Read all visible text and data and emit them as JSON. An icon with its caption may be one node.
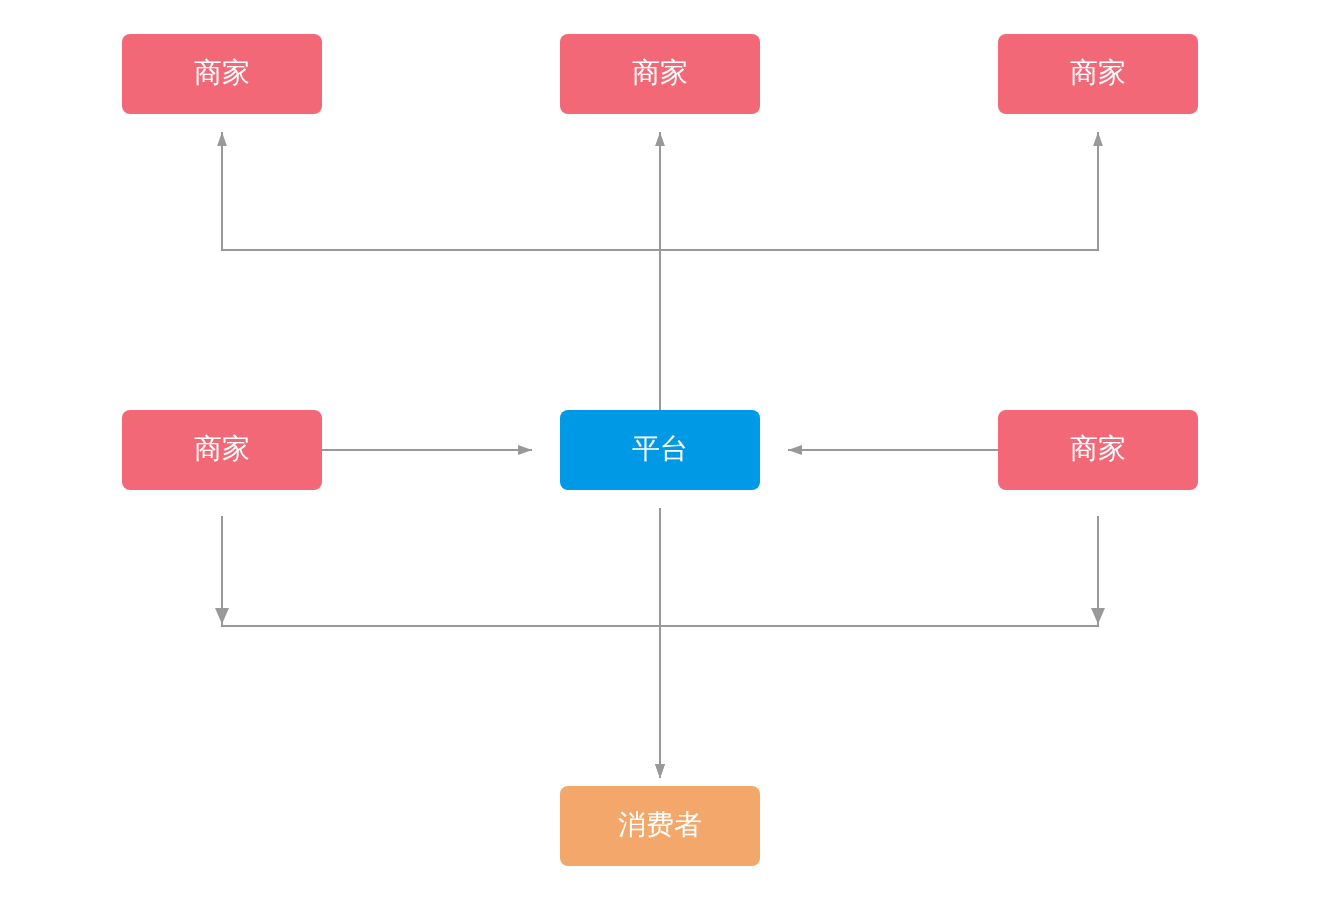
{
  "diagram": {
    "nodes": [
      {
        "text": [
          "商家"
        ]
      },
      {
        "text": [
          "商家"
        ]
      },
      {
        "text": [
          "商家"
        ]
      },
      {
        "text": [
          "商家"
        ]
      },
      {
        "text": [
          "平台"
        ]
      },
      {
        "text": [
          "商家"
        ]
      },
      {
        "text": [
          "消费者"
        ]
      }
    ],
    "edges": [
      {
        "from": 4,
        "to": 0,
        "arrow": "to"
      },
      {
        "from": 4,
        "to": 1,
        "arrow": "to"
      },
      {
        "from": 4,
        "to": 2,
        "arrow": "to"
      },
      {
        "from": 3,
        "to": 4,
        "arrow": "to"
      },
      {
        "from": 5,
        "to": 4,
        "arrow": "to"
      },
      {
        "from": 3,
        "to": 6,
        "arrow": "to"
      },
      {
        "from": 5,
        "to": 6,
        "arrow": "to"
      },
      {
        "from": 4,
        "to": 6,
        "arrow": "to"
      }
    ]
  }
}
